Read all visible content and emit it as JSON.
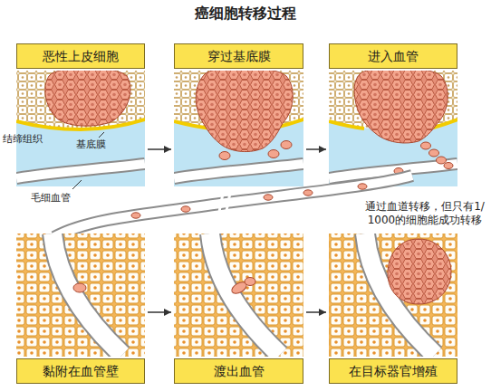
{
  "diagram": {
    "title": "癌细胞转移过程",
    "nodes": [
      {
        "text": [
          "恶性上皮细胞"
        ]
      },
      {
        "text": [
          "穿过基底膜"
        ]
      },
      {
        "text": [
          "进入血管"
        ]
      },
      {
        "text": [
          "黏附在血管壁"
        ]
      },
      {
        "text": [
          "渡出血管"
        ]
      },
      {
        "text": [
          "在目标器官增殖"
        ]
      }
    ],
    "edges": [
      {
        "from": 0,
        "to": 1,
        "arrow": "to"
      },
      {
        "from": 1,
        "to": 2,
        "arrow": "to"
      },
      {
        "from": 3,
        "to": 4,
        "arrow": "to"
      },
      {
        "from": 4,
        "to": 5,
        "arrow": "to"
      }
    ],
    "labels": [
      "结缔组织",
      "基底膜",
      "毛细血管",
      "通过血道转移，但只有1/1000的细胞能成功转移"
    ]
  }
}
